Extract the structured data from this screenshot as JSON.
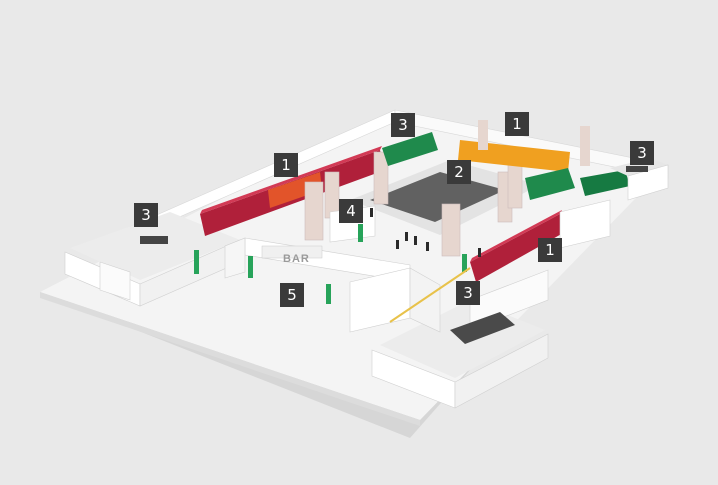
{
  "zone_labels": {
    "z1_left": "1",
    "z1_top": "1",
    "z1_right": "1",
    "z2": "2",
    "z3_left": "3",
    "z3_top": "3",
    "z3_right": "3",
    "z3_front": "3",
    "z4": "4",
    "z5": "5"
  },
  "bar_sign": "BAR",
  "colors": {
    "background": "#e9e9e9",
    "floor": "#f3f3f3",
    "wall": "#ffffff",
    "booth_red": "#b0203a",
    "booth_magenta": "#c2185b",
    "booth_orange": "#f0a020",
    "booth_green": "#1f8a4c",
    "label_box": "#3a3a3a"
  }
}
